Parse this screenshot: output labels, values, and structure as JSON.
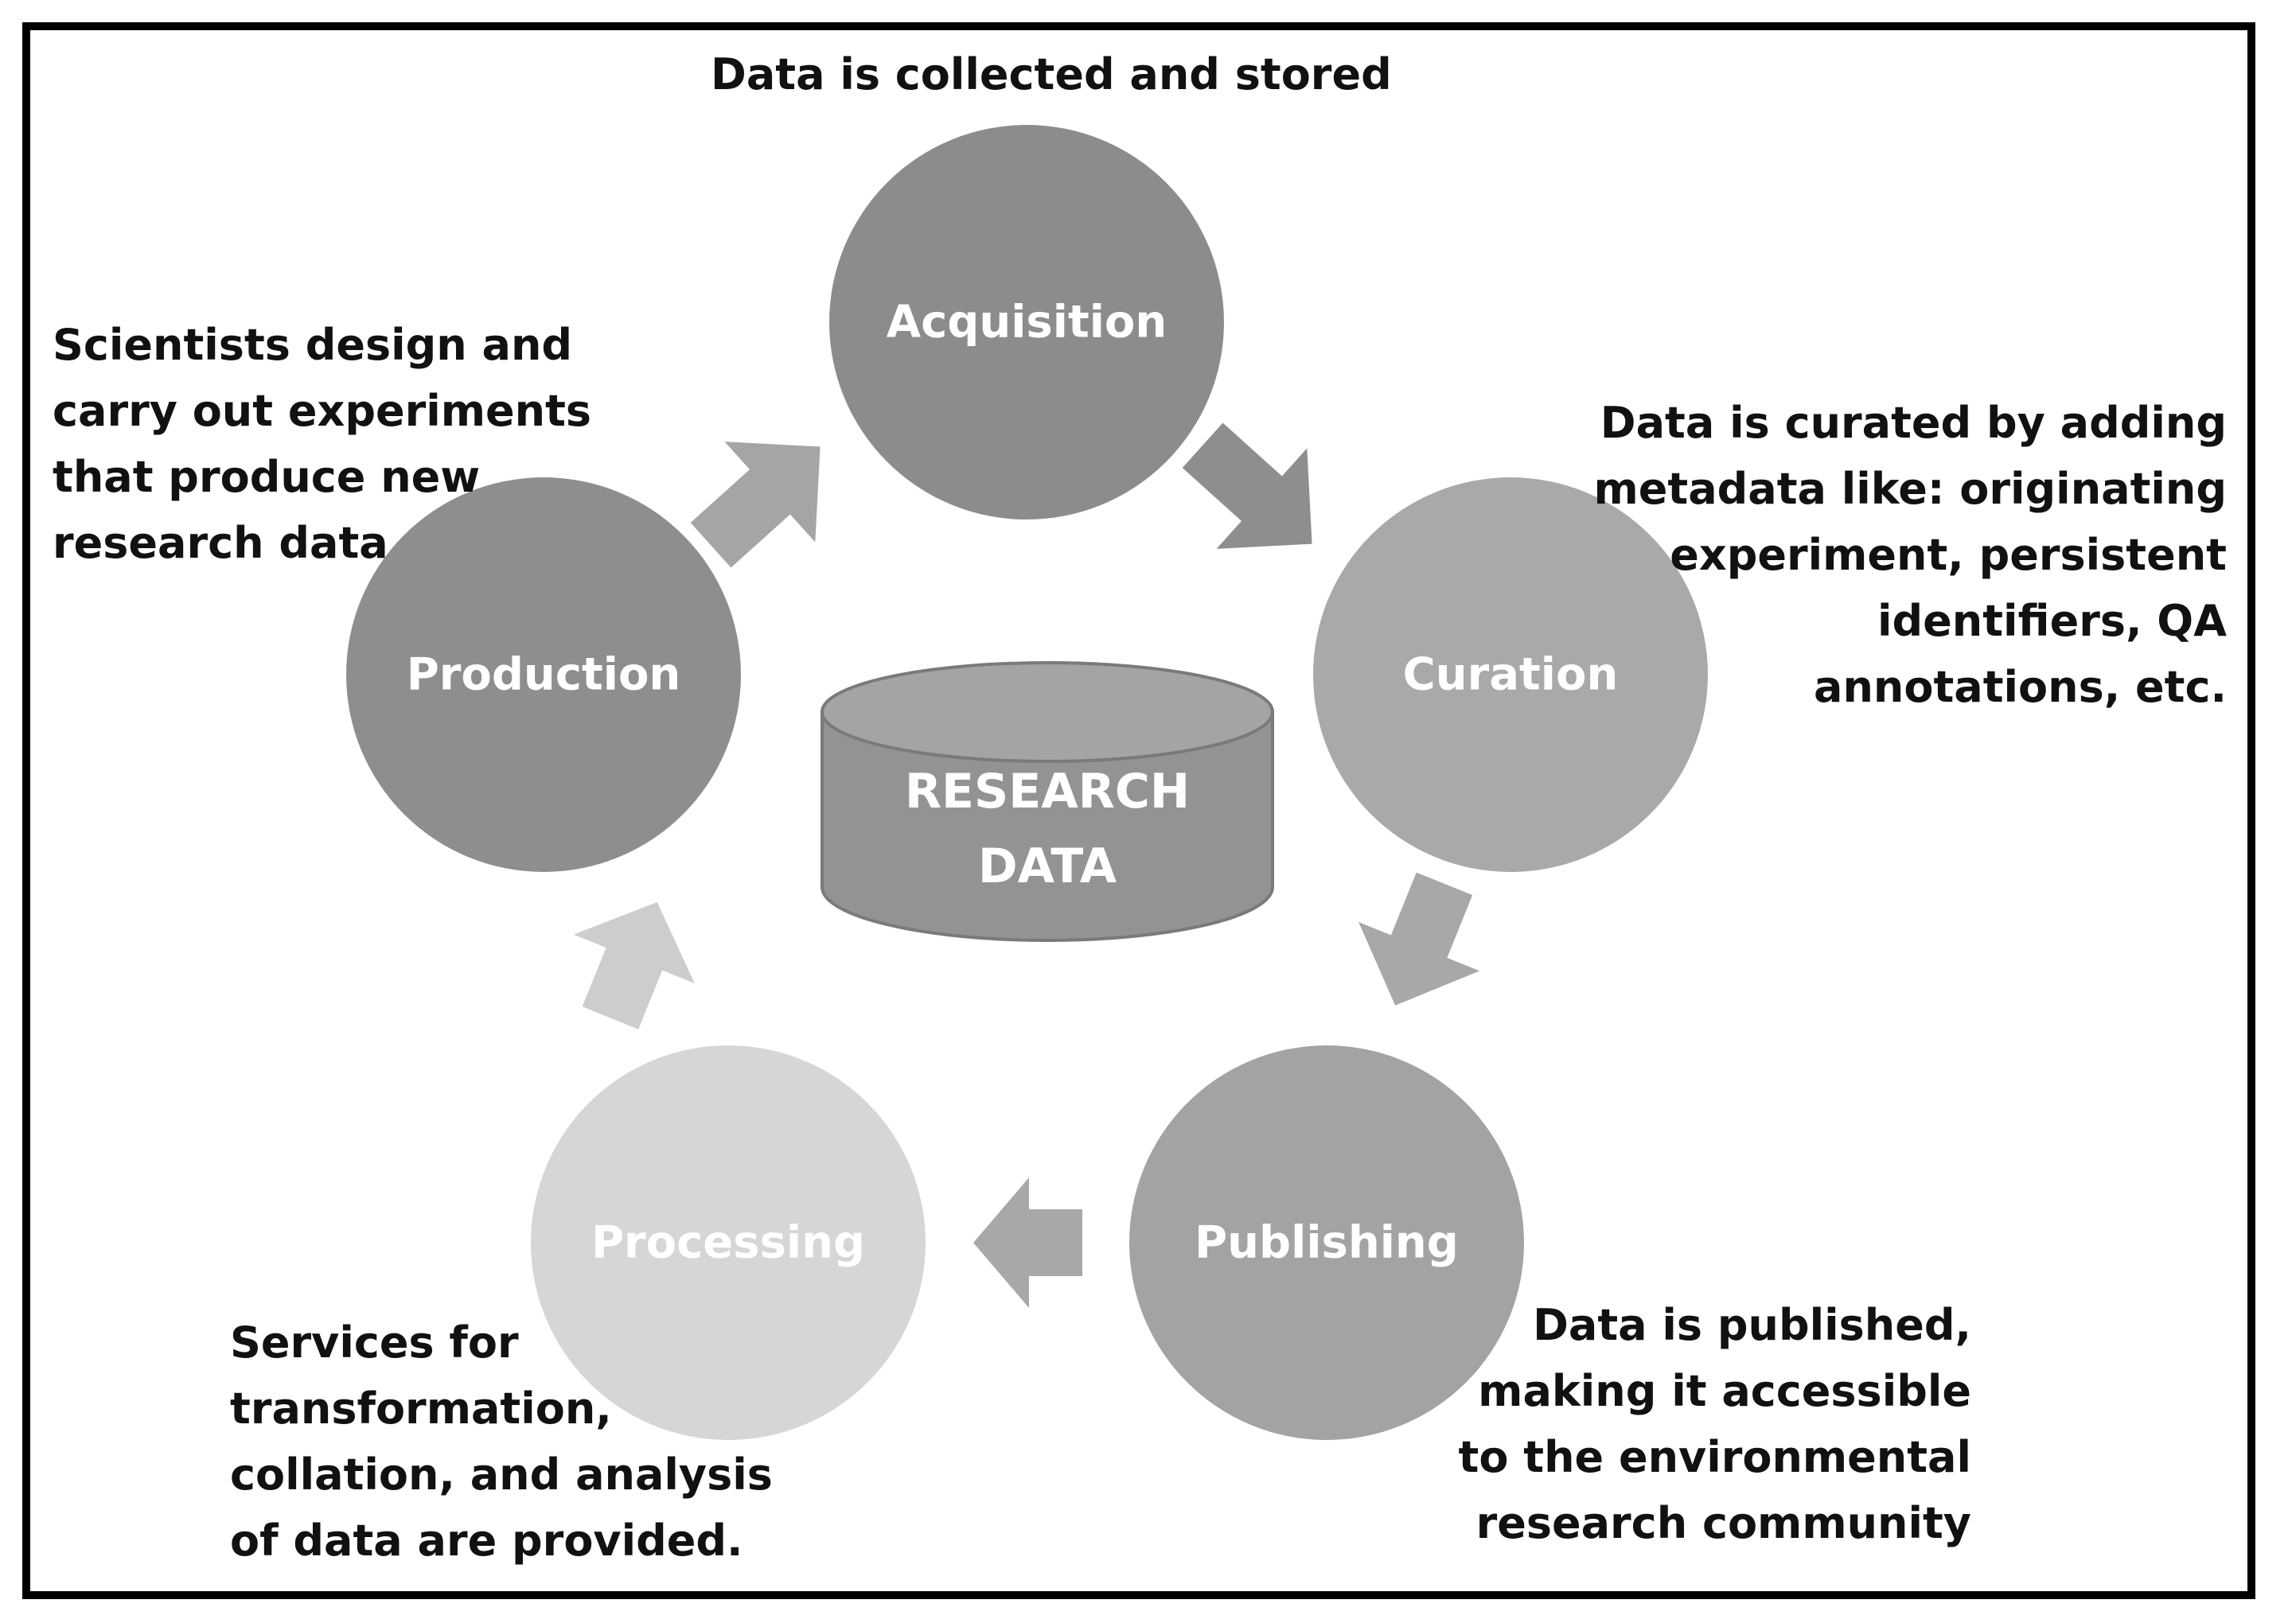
{
  "center": {
    "line1": "RESEARCH",
    "line2": "DATA"
  },
  "nodes": [
    {
      "id": "acquisition",
      "label": "Acquisition",
      "color": "#8c8c8c"
    },
    {
      "id": "curation",
      "label": "Curation",
      "color": "#a9a9a9"
    },
    {
      "id": "publishing",
      "label": "Publishing",
      "color": "#a3a3a3"
    },
    {
      "id": "processing",
      "label": "Processing",
      "color": "#d6d6d6"
    },
    {
      "id": "production",
      "label": "Production",
      "color": "#8e8e8e"
    }
  ],
  "notes": {
    "acquisition": "Data is collected and stored",
    "production": "Scientists design and\ncarry out experiments\nthat produce new\nresearch data",
    "curation": "Data is curated by adding\nmetadata like: originating\nexperiment, persistent\nidentifiers, QA\nannotations, etc.",
    "publishing": "Data is published,\nmaking  it accessible\nto the environmental\nresearch community",
    "processing": "Services for\ntransformation,\ncollation, and analysis\nof data are provided."
  },
  "colors": {
    "database_fill": "#939393",
    "database_top": "#a4a4a4",
    "arrow_dark": "#8e8e8e",
    "arrow_mid": "#a8a8a8",
    "arrow_light": "#cdcdcd"
  }
}
